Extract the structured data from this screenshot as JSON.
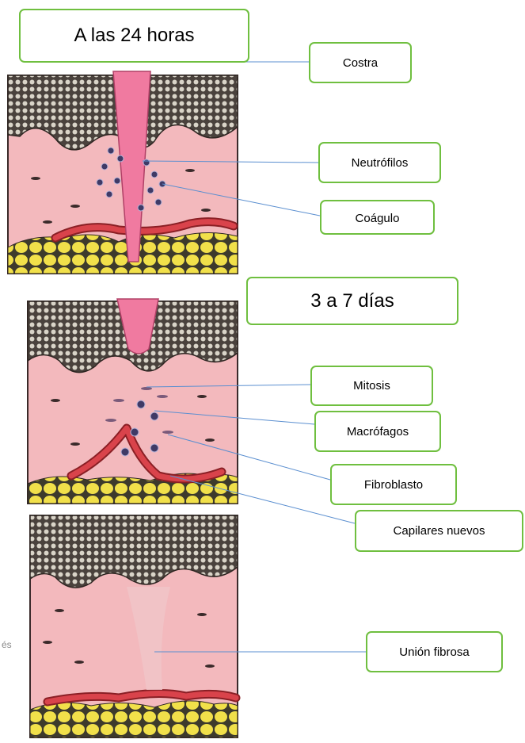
{
  "stages": {
    "stage1_title": "A las 24 horas",
    "stage2_title": "3 a 7 días"
  },
  "labels": {
    "costra": "Costra",
    "neutrofilos": "Neutrófilos",
    "coagulo": "Coágulo",
    "mitosis": "Mitosis",
    "macrofagos": "Macrófagos",
    "fibroblasto": "Fibroblasto",
    "capilares": "Capilares nuevos",
    "union": "Unión fibrosa"
  },
  "margin_text": "és",
  "colors": {
    "box_border": "#6fbf3f",
    "leader_line": "#5b8fd0",
    "skin": "#f3b9bd",
    "epidermis": "#5a4f48",
    "fat": "#f1e04a",
    "vessel": "#d9434b",
    "scab": "#f07aa0"
  }
}
